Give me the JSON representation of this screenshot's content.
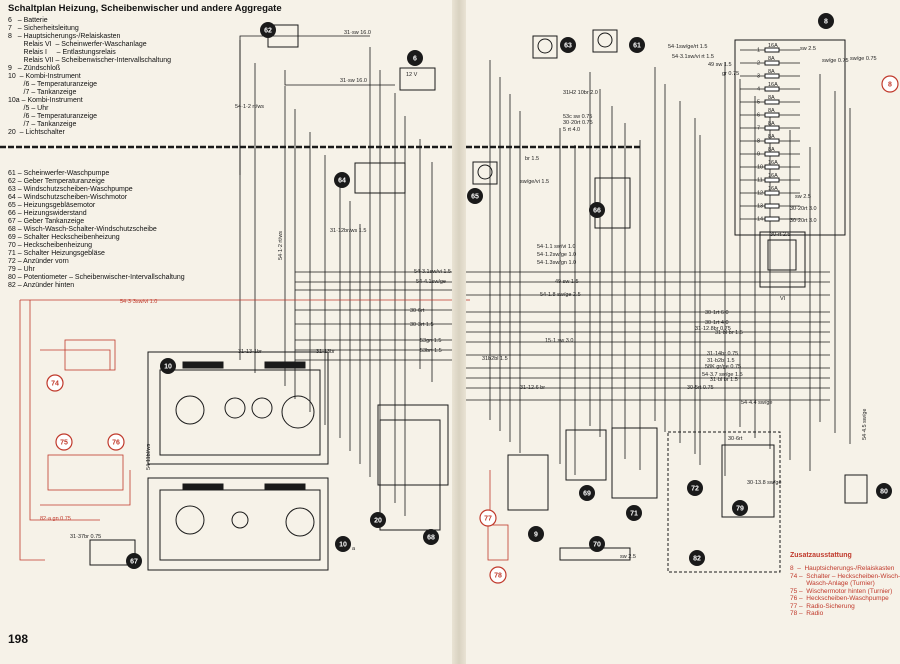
{
  "page": {
    "title": "Schaltplan Heizung, Scheibenwischer und andere Aggregate",
    "page_number": "198"
  },
  "legend_top": [
    "6   – Batterie",
    "7   – Sicherheitsleitung",
    "8   – Hauptsicherungs-/Relaiskasten",
    "        Relais VI  – Scheinwerfer-Waschanlage",
    "        Relais I     – Entlastungsrelais",
    "        Relais VII – Scheibenwischer-Intervallschaltung",
    "9   – Zündschloß",
    "10  – Kombi-Instrument",
    "        /6 – Temperaturanzeige",
    "        /7 – Tankanzeige",
    "10a – Kombi-Instrument",
    "        /5 – Uhr",
    "        /6 – Temperaturanzeige",
    "        /7 – Tankanzeige",
    "20  – Lichtschalter"
  ],
  "legend_bottom": [
    "61 – Scheinwerfer-Waschpumpe",
    "62 – Geber Temperaturanzeige",
    "63 – Windschutzscheiben-Waschpumpe",
    "64 – Windschutzscheiben-Wischmotor",
    "65 – Heizungsgebläsemotor",
    "66 – Heizungswiderstand",
    "67 – Geber Tankanzeige",
    "68 – Wisch-Wasch-Schalter-Windschutzscheibe",
    "69 – Schalter Heckscheibenheizung",
    "70 – Heckscheibenheizung",
    "71 – Schalter Heizungsgebläse",
    "72 – Anzünder vorn",
    "79 – Uhr",
    "80 – Potentiometer – Scheibenwischer-Intervallschaltung",
    "82 – Anzünder hinten"
  ],
  "zusatz": {
    "title": "Zusatzausstattung",
    "items": [
      "8  –  Hauptsicherungs-/Relaiskasten",
      "74 –  Schalter – Heckscheiben-Wisch-",
      "         Wasch-Anlage (Turnier)",
      "75 –  Wischermotor hinten (Turnier)",
      "76 –  Heckscheiben-Waschpumpe",
      "77 –  Radio-Sicherung",
      "78 –  Radio"
    ]
  },
  "components": {
    "c6": "6",
    "c8": "8",
    "c8r": "8",
    "c9": "9",
    "c10": "10",
    "c10a": "10",
    "c10a_sub": "a",
    "c20": "20",
    "c61": "61",
    "c62": "62",
    "c63": "63",
    "c64": "64",
    "c65": "65",
    "c66": "66",
    "c67": "67",
    "c68": "68",
    "c69": "69",
    "c70": "70",
    "c71": "71",
    "c72": "72",
    "c74": "74",
    "c75": "75",
    "c76": "76",
    "c77": "77",
    "c78": "78",
    "c79": "79",
    "c80": "80",
    "c82": "82",
    "relay_vi": "VI"
  },
  "wire_labels": {
    "w1": "31·sw 16.0",
    "w2": "31·sw 16.0",
    "w3": "54·1·2 rt/ws",
    "w4": "12 V",
    "w5": "54·3·3sw/vi 1.0",
    "w6": "54·1·2 rt/ws",
    "w7": "31·12br/ws 1.5",
    "w8": "54·3.1sw/vi 1.5",
    "w9": "54·4.1sw/ge",
    "w10": "30·6rt",
    "w11": "30·3rt 1.5",
    "w12": "53gn 1.5",
    "w13": "53brt 1.5",
    "w14": "31·13·1br",
    "w15": "31·13br",
    "w16": "82·a gn 0.75",
    "w17": "31·37br 0.75",
    "w18": "54·11bl/ws",
    "w19": "54·1sw/ge/rt 1.5",
    "w20": "54·3.1sw/vi rt 1.5",
    "w21": "49 sw 1.5",
    "w22": "gr 0.75",
    "w23": "16A",
    "w24": "8A",
    "w25": "8A",
    "w26": "sw 2.5",
    "w27": "sw/ge 0.75",
    "w28": "31H2 10br 2.0",
    "w29": "53c sw 0.75",
    "w30": "30·20rt 0.75",
    "w31": "5 rt 4.0",
    "w32": "br 1.5",
    "w33": "sw/ge/vi 1.5",
    "w34": "54·1.1 sw/vi 1.0",
    "w35": "54·1.2sw/ge 1.0",
    "w36": "54·1.3sw/gn 1.0",
    "w37": "49 sw 1.5",
    "w38": "54·1.8 sw/ge 2.5",
    "w39": "15·1 sw 3.0",
    "w40": "31b2bl 1.5",
    "w41": "31·12.6 br",
    "w42": "30·1rt 6.0",
    "w43": "30·1rt 4.0",
    "w44": "31·12.8br 0.75",
    "w45": "31·bl br 1.5",
    "w46": "31·14br 0.75",
    "w47": "31·b2bl 1.5",
    "w48": "58K gr/ge 0.75",
    "w49": "54·3.7 sw/ge 1.5",
    "w50": "31·bl br 1.5",
    "w51": "30·5rt 0.75",
    "w52": "54·4.4 sw/ge",
    "w53": "sw 2.5",
    "w54": "sw/ge 0.75",
    "w55": "30·20rt 3.0",
    "w56": "30·20rt 3.0",
    "w57": "30·rt 2.5",
    "w58": "sw 2.5",
    "w59": "54·4.5 sw/ge",
    "w60": "30·6rt",
    "w61": "30·13.8 sw/ge",
    "fuse_labels": [
      "16A",
      "8A",
      "8A",
      "16A",
      "8A",
      "8A",
      "8A",
      "8A",
      "8A",
      "16A",
      "16A",
      "16A"
    ],
    "fuse_nums": [
      "1",
      "2",
      "3",
      "4",
      "5",
      "6",
      "7",
      "8",
      "9",
      "10",
      "11",
      "12",
      "13",
      "14"
    ]
  },
  "colors": {
    "ink": "#1a1a1a",
    "accent_red": "#c0392b",
    "paper": "#f6f2e8"
  }
}
